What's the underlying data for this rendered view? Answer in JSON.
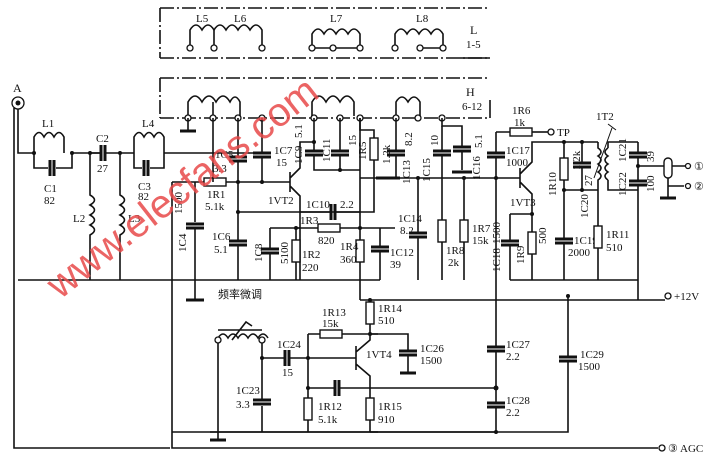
{
  "watermark": "www.elecfans.com",
  "antenna": {
    "label": "A"
  },
  "boxes": {
    "L_band": {
      "label": "L",
      "sub": "1-5",
      "coils": [
        "L5",
        "L6",
        "L7",
        "L8"
      ]
    },
    "H_band": {
      "label": "H",
      "sub": "6-12"
    }
  },
  "inductors": {
    "L1": "L1",
    "L2": "L2",
    "L3": "L3",
    "L4": "L4"
  },
  "capacitors": {
    "C1": {
      "name": "C1",
      "value": "82"
    },
    "C2": {
      "name": "C2",
      "value": "27"
    },
    "C3": {
      "name": "C3",
      "value": "82"
    },
    "IC4": {
      "name": "1C4",
      "value": "1500"
    },
    "IC5": {
      "name": "1C5",
      "value": "3.3"
    },
    "IC6": {
      "name": "1C6",
      "value": "5.1"
    },
    "IC7": {
      "name": "1C7",
      "value": "15"
    },
    "IC8": {
      "name": "1C8",
      "value": "5100"
    },
    "IC9": {
      "name": "1C9",
      "value": "5.1"
    },
    "IC10": {
      "name": "1C10",
      "value": "2.2"
    },
    "IC11": {
      "name": "1C11",
      "value": "15"
    },
    "IC12": {
      "name": "1C12",
      "value": "39"
    },
    "IC13": {
      "name": "1C13",
      "value": "8.2"
    },
    "IC14": {
      "name": "1C14",
      "value": "8.2"
    },
    "IC15": {
      "name": "1C15",
      "value": "10"
    },
    "IC16": {
      "name": "1C16",
      "value": "5.1"
    },
    "IC17": {
      "name": "1C17",
      "value": "1000"
    },
    "IC18": {
      "name": "1C18",
      "value": "1500"
    },
    "IC19": {
      "name": "1C19",
      "value": "2000"
    },
    "IC20": {
      "name": "1C20",
      "value": "27"
    },
    "IC21": {
      "name": "1C21",
      "value": "39"
    },
    "IC22": {
      "name": "1C22",
      "value": "100"
    },
    "IC23": {
      "name": "1C23",
      "value": "3.3"
    },
    "IC24": {
      "name": "1C24",
      "value": "15"
    },
    "IC26": {
      "name": "1C26",
      "value": "1500"
    },
    "IC27": {
      "name": "1C27",
      "value": "2.2"
    },
    "IC28": {
      "name": "1C28",
      "value": "2.2"
    },
    "IC29": {
      "name": "1C29",
      "value": "1500"
    }
  },
  "resistors": {
    "IR1": {
      "name": "1R1",
      "value": "5.1k"
    },
    "IR2": {
      "name": "1R2",
      "value": "220"
    },
    "IR3": {
      "name": "1R3",
      "value": "820"
    },
    "IR4": {
      "name": "1R4",
      "value": "360"
    },
    "IR5": {
      "name": "1R5",
      "value": "1.2k"
    },
    "IR6": {
      "name": "1R6",
      "value": "1k"
    },
    "IR7": {
      "name": "1R7",
      "value": "15k"
    },
    "IR8": {
      "name": "1R8",
      "value": "2k"
    },
    "IR9": {
      "name": "1R9",
      "value": "500"
    },
    "IR10": {
      "name": "1R10",
      "value": "1.2k"
    },
    "IR11": {
      "name": "1R11",
      "value": "510"
    },
    "IR12": {
      "name": "1R12",
      "value": "5.1k"
    },
    "IR13": {
      "name": "1R13",
      "value": "15k"
    },
    "IR14": {
      "name": "1R14",
      "value": "510"
    },
    "IR15": {
      "name": "1R15",
      "value": "910"
    }
  },
  "transistors": {
    "VT2": "1VT2",
    "VT3": "1VT3",
    "VT4": "1VT4"
  },
  "transformer": {
    "label": "1T2"
  },
  "terminals": {
    "tp": "TP",
    "out1": "①",
    "out2": "②",
    "v12": "+12V",
    "agc": "③ AGC"
  },
  "fine_tune_label": "频率微调"
}
